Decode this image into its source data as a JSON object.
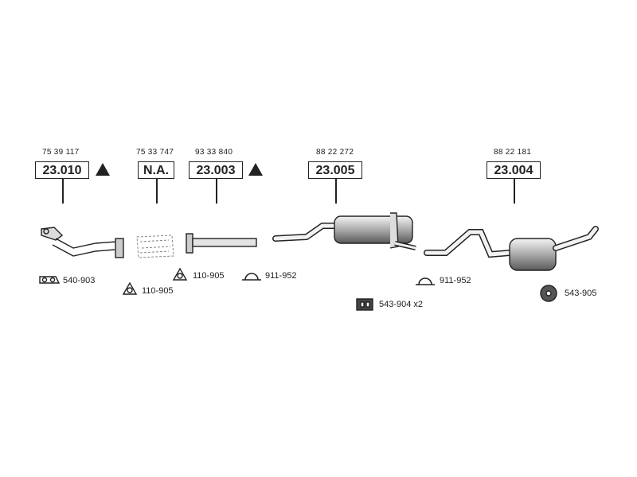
{
  "groups": [
    {
      "part_number": "75 39 117",
      "code": "23.010",
      "warning": true
    },
    {
      "part_number": "75 33 747",
      "code": "N.A.",
      "warning": false
    },
    {
      "part_number": "93 33 840",
      "code": "23.003",
      "warning": true
    },
    {
      "part_number": "88 22 272",
      "code": "23.005",
      "warning": false
    },
    {
      "part_number": "88 22 181",
      "code": "23.004",
      "warning": false
    }
  ],
  "accessories": [
    {
      "code": "540-903",
      "icon": "gasket-icon"
    },
    {
      "code": "110-905",
      "icon": "gasket-icon"
    },
    {
      "code": "110-905",
      "icon": "gasket-icon"
    },
    {
      "code": "911-952",
      "icon": "clamp-icon"
    },
    {
      "code": "911-952",
      "icon": "clamp-icon"
    },
    {
      "code": "543-904 x2",
      "icon": "rubber-mount-icon"
    },
    {
      "code": "543-905",
      "icon": "rubber-ring-icon"
    }
  ]
}
